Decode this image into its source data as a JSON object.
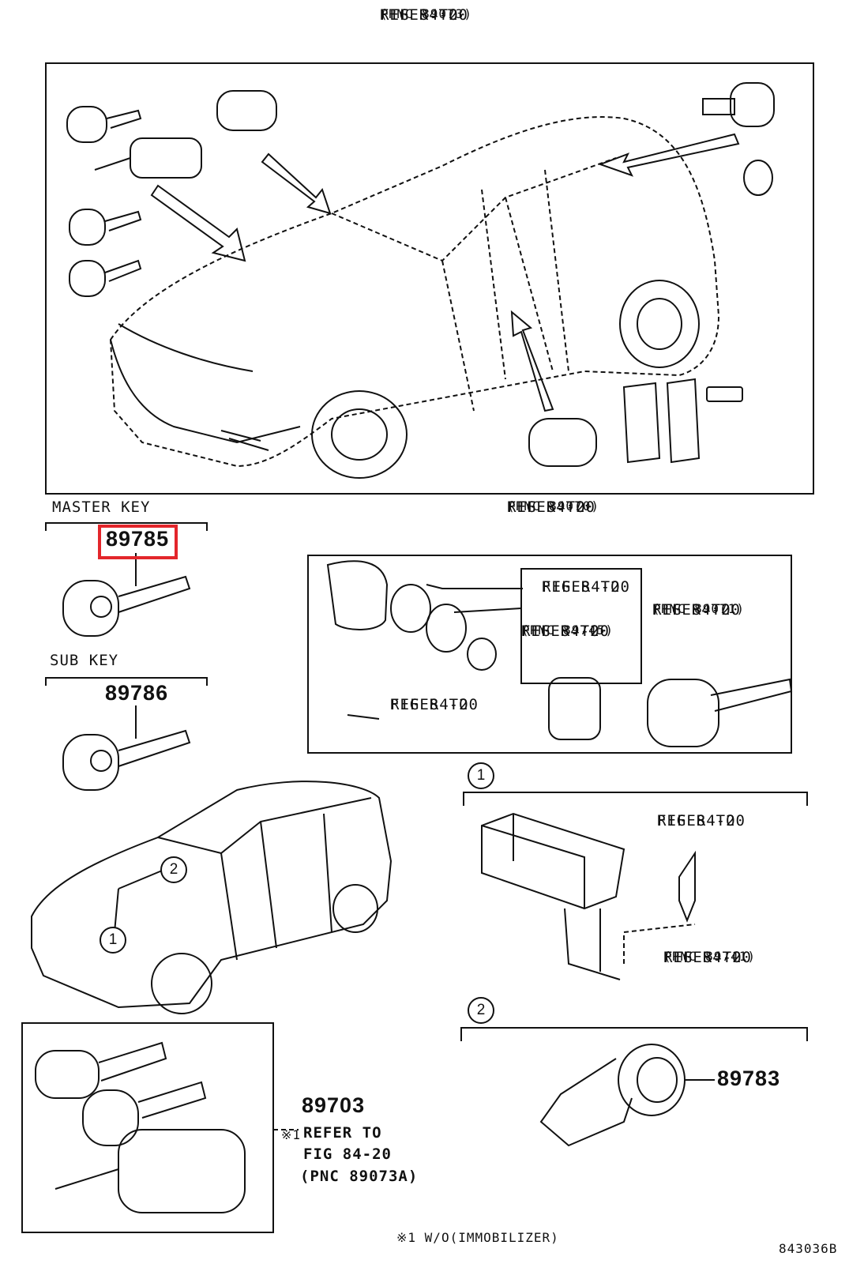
{
  "colors": {
    "line": "#111111",
    "highlight": "#e3262b",
    "background": "#ffffff"
  },
  "ref_top": {
    "l1": "REFER TO",
    "l2": "FIG 84-20",
    "l3": "(PNC 89073)"
  },
  "master_key": {
    "title": "MASTER KEY",
    "part": "89785"
  },
  "sub_key": {
    "title": "SUB KEY",
    "part": "89786"
  },
  "ref_mid": {
    "l1": "REFER TO",
    "l2": "FIG 84-20",
    "l3": "(PNC 89070)"
  },
  "ref_a": {
    "l1": "REFER TO",
    "l2": "FIG 84-20"
  },
  "ref_b": {
    "l1": "REFER TO",
    "l2": "FIG 84-20",
    "l3": "(PNC 89071)"
  },
  "ref_c": {
    "l1": "REFER TO",
    "l2": "FIG 84-20",
    "l3": "(PNC 89745)"
  },
  "ref_d": {
    "l1": "REFER TO",
    "l2": "FIG 84-20"
  },
  "callout_1": "1",
  "callout_2": "2",
  "car_callout_1": "1",
  "car_callout_2": "2",
  "ref_e": {
    "l1": "REFER TO",
    "l2": "FIG 84-20"
  },
  "ref_f": {
    "l1": "REFER TO",
    "l2": "FIG 84-20",
    "l3": "(PNC 89741)"
  },
  "part_89783": "89783",
  "part_89703": "89703",
  "ref_g": {
    "mark": "※1",
    "l1": "REFER TO",
    "l2": "FIG 84-20",
    "l3": "(PNC 89073A)"
  },
  "footnote": "※1 W/O(IMMOBILIZER)",
  "figure_id": "843036B"
}
